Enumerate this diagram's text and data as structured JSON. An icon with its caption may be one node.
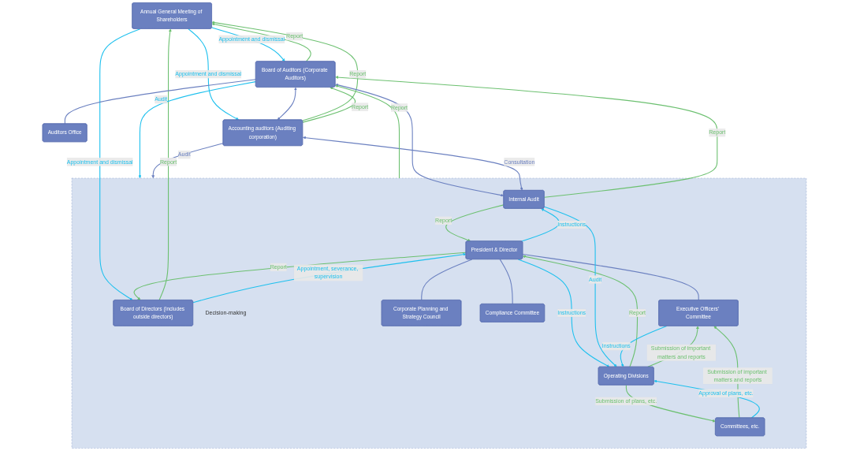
{
  "diagram": {
    "nodes": [
      {
        "text": [
          "Annual General Meeting of Shareholders"
        ]
      },
      {
        "text": [
          "Board of Auditors (Corporate Auditors)"
        ]
      },
      {
        "text": [
          "Auditors Office"
        ]
      },
      {
        "text": [
          "Accounting auditors (Auditing corporation)"
        ]
      },
      {
        "text": [],
        "shape": "box"
      },
      {
        "text": [
          "Board of Directors (Includes outside directors)"
        ],
        "in": 4,
        "beside": [
          "Decision-making"
        ]
      },
      {
        "text": [
          "President & Director"
        ],
        "in": 4
      },
      {
        "text": [
          "Corporate Planning and Strategy Council"
        ],
        "in": 4
      },
      {
        "text": [
          "Compliance Committee"
        ],
        "in": 4
      },
      {
        "text": [
          "Executive Officers' Committee"
        ],
        "in": 4
      },
      {
        "text": [
          "Internal Audit"
        ],
        "in": 4
      },
      {
        "text": [
          "Committees, etc."
        ],
        "in": 4
      },
      {
        "text": [
          "Operating Divisions"
        ],
        "in": 4
      }
    ],
    "edges": [
      {
        "from": 0,
        "to": 1,
        "arrow": "to",
        "label": "Appointment and dismissal",
        "color": "#1ec0ee"
      },
      {
        "from": 1,
        "to": 0,
        "arrow": "to",
        "label": "Report",
        "color": "#6cc070"
      },
      {
        "from": 0,
        "to": 5,
        "arrow": "to",
        "label": "Appointment and dismissal",
        "color": "#1ec0ee"
      },
      {
        "from": 5,
        "to": 0,
        "arrow": "to",
        "label": "Report",
        "color": "#6cc070"
      },
      {
        "from": 0,
        "to": 3,
        "arrow": "to",
        "label": "Appointment and dismissal",
        "color": "#1ec0ee"
      },
      {
        "from": 3,
        "to": 0,
        "arrow": "to",
        "label": "Report",
        "color": "#6cc070"
      },
      {
        "from": 1,
        "to": 4,
        "arrow": "to",
        "label": "Audit",
        "color": "#1ec0ee"
      },
      {
        "from": 4,
        "to": 1,
        "arrow": "to",
        "label": "Report",
        "color": "#6cc070"
      },
      {
        "from": 1,
        "to": 2,
        "arrow": "none",
        "color": "#6b80c0"
      },
      {
        "from": 5,
        "to": 6,
        "arrow": "to",
        "label": "Appointment, severance, supervision",
        "color": "#1ec0ee"
      },
      {
        "from": 6,
        "to": 5,
        "arrow": "to",
        "label": "Report",
        "color": "#6cc070"
      },
      {
        "from": 6,
        "to": 8,
        "arrow": "none",
        "color": "#6b80c0"
      },
      {
        "from": 6,
        "to": 7,
        "arrow": "none",
        "color": "#6b80c0"
      },
      {
        "from": 6,
        "to": 9,
        "arrow": "none",
        "color": "#6b80c0"
      },
      {
        "from": 6,
        "to": 10,
        "arrow": "to",
        "label": "Instructions",
        "color": "#1ec0ee"
      },
      {
        "from": 10,
        "to": 6,
        "arrow": "to",
        "label": "Report",
        "color": "#6cc070"
      },
      {
        "from": 6,
        "to": 12,
        "arrow": "to",
        "label": "Instructions",
        "color": "#1ec0ee"
      },
      {
        "from": 12,
        "to": 6,
        "arrow": "to",
        "label": "Report",
        "color": "#6cc070"
      },
      {
        "from": 3,
        "to": 1,
        "arrow": "to",
        "label": "Report",
        "color": "#6cc070"
      },
      {
        "from": 1,
        "to": 3,
        "arrow": "both",
        "color": "#6b80c0"
      },
      {
        "from": 10,
        "to": 1,
        "arrow": "to",
        "label": "Report",
        "color": "#6cc070"
      },
      {
        "from": 1,
        "to": 10,
        "arrow": "both",
        "color": "#6b80c0"
      },
      {
        "from": 3,
        "to": 10,
        "arrow": "both",
        "label": "Consultation",
        "color": "#6b80c0"
      },
      {
        "from": 10,
        "to": 12,
        "arrow": "to",
        "label": "Audit",
        "color": "#1ec0ee"
      },
      {
        "from": 3,
        "to": 4,
        "arrow": "to",
        "label": "Audit",
        "color": "#6b80c0"
      },
      {
        "from": 9,
        "to": 12,
        "arrow": "to",
        "label": "Instructions",
        "color": "#1ec0ee"
      },
      {
        "from": 12,
        "to": 9,
        "arrow": "to",
        "label": "Submission of important matters and reports",
        "color": "#6cc070"
      },
      {
        "from": 11,
        "to": 9,
        "arrow": "to",
        "label": "Submission of important matters and reports",
        "color": "#6cc070"
      },
      {
        "from": 11,
        "to": 12,
        "arrow": "to",
        "label": "Approval of plans, etc.",
        "color": "#1ec0ee"
      },
      {
        "from": 12,
        "to": 11,
        "arrow": "to",
        "label": "Submission of plans, etc.",
        "color": "#6cc070"
      }
    ]
  }
}
